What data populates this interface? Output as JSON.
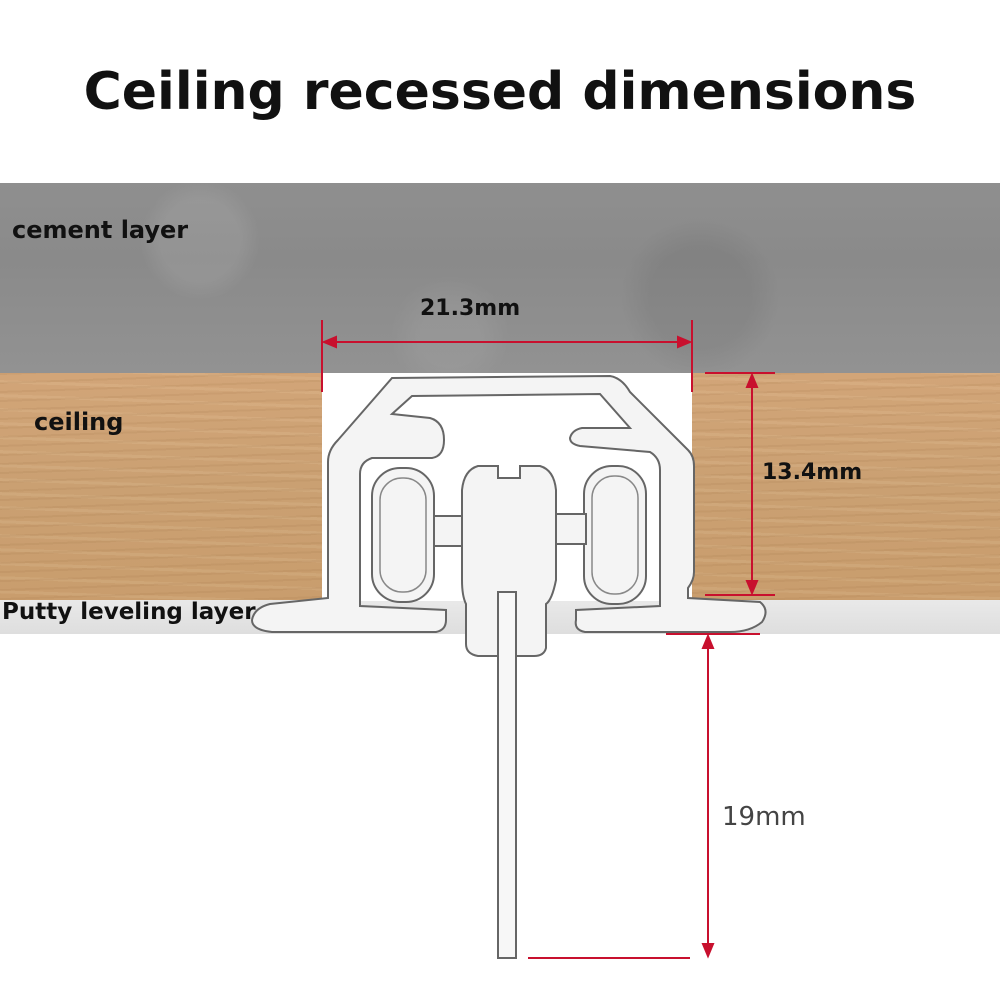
{
  "title": "Ceiling recessed dimensions",
  "layers": {
    "cement": "cement layer",
    "ceiling": "ceiling",
    "putty": "Putty leveling layer"
  },
  "dimensions": {
    "width": "21.3mm",
    "height": "13.4mm",
    "drop": "19mm"
  },
  "colors": {
    "dimension_line": "#c8102e",
    "cement": "#8c8c8c",
    "wood": "#cda071",
    "putty": "#e4e4e4",
    "profile_fill": "#f4f4f4",
    "profile_stroke": "#666666"
  }
}
